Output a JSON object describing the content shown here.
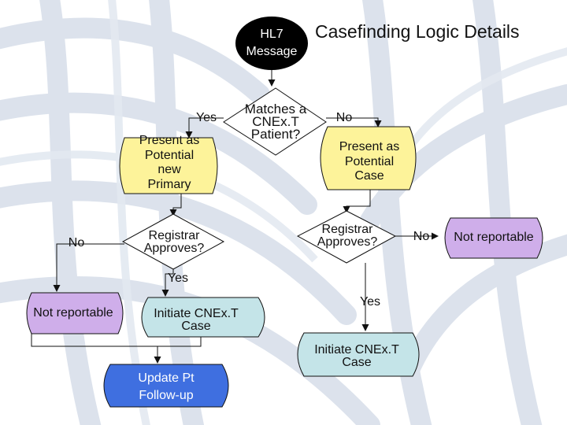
{
  "title": "Casefinding Logic Details",
  "colors": {
    "background": "#ffffff",
    "bg_band": "#d6dee9",
    "terminal_black": "#000000",
    "decision_fill": "#ffffff",
    "yellow_fill": "#fdf39a",
    "purple_fill": "#cfaeea",
    "teal_fill": "#c4e4e8",
    "blue_fill": "#3f6fe0",
    "line": "#111111"
  },
  "nodes": {
    "start": "HL7\nMessage",
    "decision_matches": "Matches a\nCNEx.T\nPatient?",
    "potential_primary": "Present as\nPotential\nnew\nPrimary",
    "potential_case": "Present as\nPotential\nCase",
    "registrar_approves_left": "Registrar\nApproves?",
    "registrar_approves_right": "Registrar\nApproves?",
    "not_reportable_left": "Not reportable",
    "not_reportable_right": "Not reportable",
    "initiate_case_left": "Initiate CNEx.T\nCase",
    "initiate_case_right": "Initiate CNEx.T\nCase",
    "update_followup": "Update Pt\nFollow-up"
  },
  "labels": {
    "yes_matches": "Yes",
    "no_matches": "No",
    "no_left": "No",
    "yes_left": "Yes",
    "yes_right": "Yes",
    "no_right": "No"
  }
}
